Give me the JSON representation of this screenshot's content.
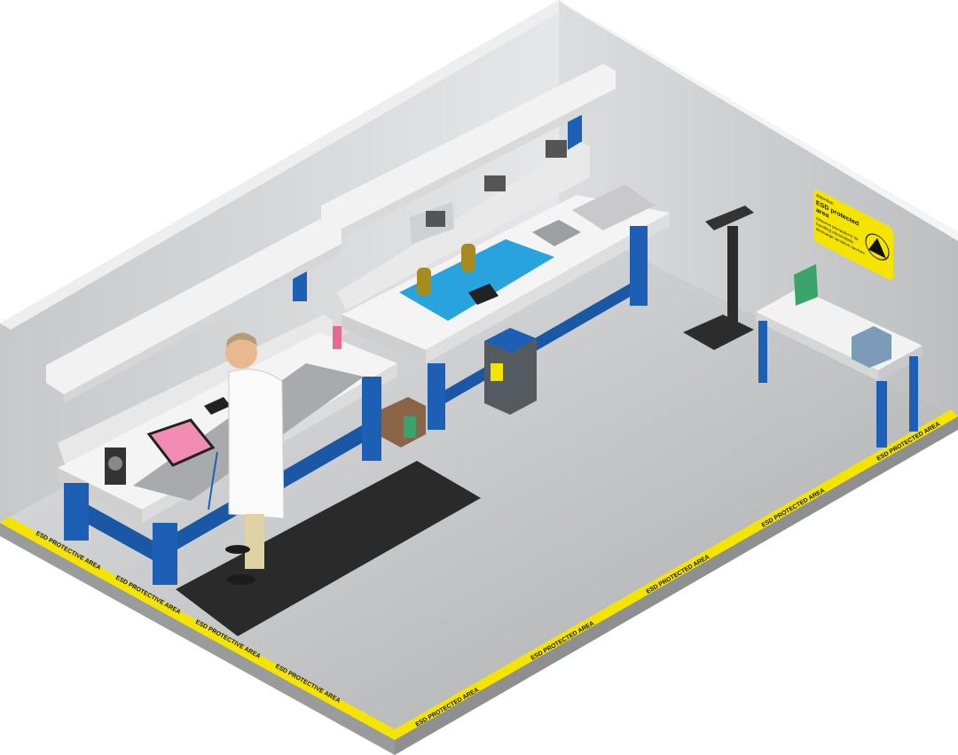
{
  "sign": {
    "heading": "Attention",
    "title_line1": "ESD protected",
    "title_line2": "area",
    "body_line1": "Observe precautions for",
    "body_line2": "handling electrostatic",
    "body_line3": "discharge sensitive devices"
  },
  "floor_tape": {
    "left_label": "ESD PROTECTIVE AREA",
    "right_label": "ESD PROTECTED AREA"
  },
  "colors": {
    "tape_yellow": "#f5e400",
    "bench_blue": "#1d5fb4",
    "bench_top": "#f2f2f2",
    "wall": "#d4d5d7",
    "floor": "#c4c5c7",
    "mat_blue": "#29a3dd",
    "mat_black": "#2a2a2a"
  },
  "icons": [
    "esd-warning-icon",
    "ionizer-fan-icon",
    "wrist-strap-tester-icon"
  ]
}
